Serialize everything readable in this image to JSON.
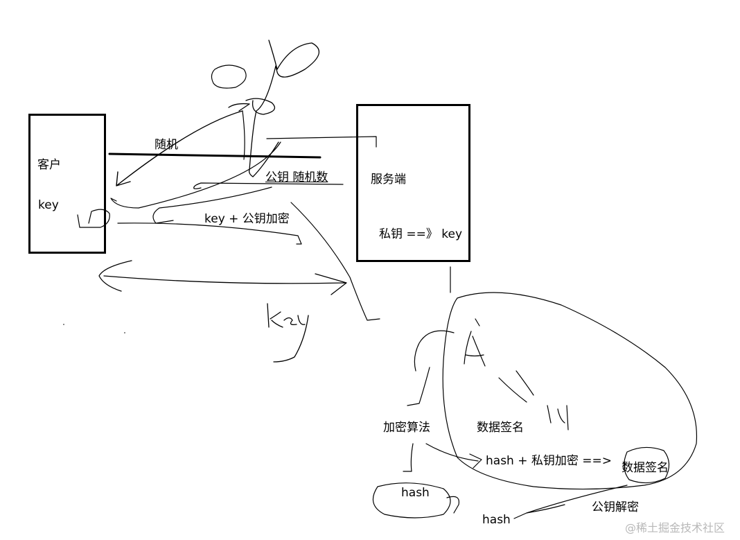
{
  "client": {
    "title": "客户",
    "key_label": "key"
  },
  "server": {
    "title": "服务端",
    "private_key_line": "私钥 ==》 key"
  },
  "flow": {
    "random_label": "随机",
    "public_key_random": "公钥  随机数",
    "key_plus_public": "key + 公钥加密",
    "handwritten_key": "key"
  },
  "signature": {
    "algorithm_label": "加密算法",
    "signature_label": "数据签名",
    "hash_label": "hash",
    "hash_private_encrypt": "hash + 私钥加密 ==>",
    "signature_result": "数据签名",
    "public_key_decrypt": "公钥解密",
    "hash_result": "hash"
  },
  "watermark": "@稀土掘金技术社区"
}
